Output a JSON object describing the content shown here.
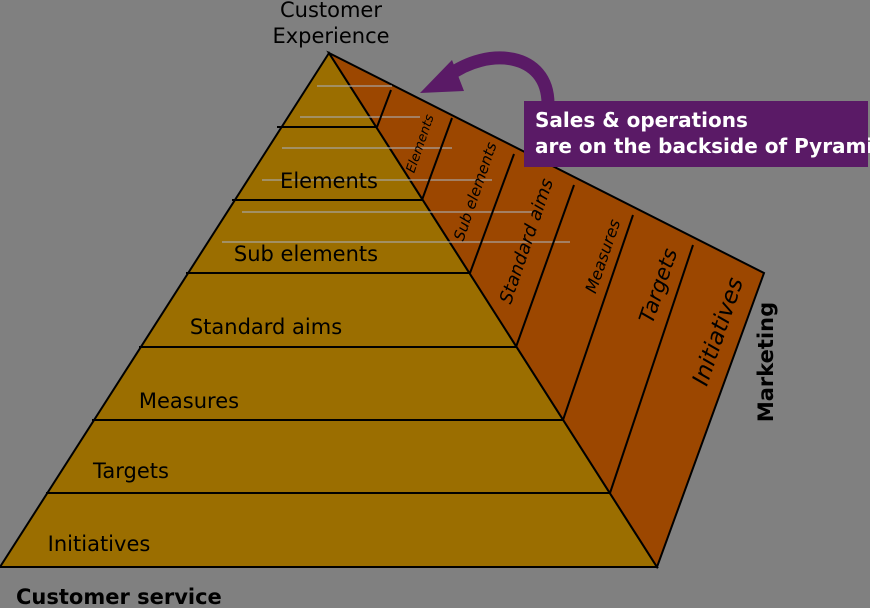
{
  "apex_label": {
    "line1": "Customer",
    "line2": "Experience"
  },
  "front_face": {
    "name": "Customer service",
    "levels": [
      "Elements",
      "Sub elements",
      "Standard aims",
      "Measures",
      "Targets",
      "Initiatives"
    ]
  },
  "side_face": {
    "name": "Marketing",
    "levels": [
      "Elements",
      "Sub elements",
      "Standard aims",
      "Measures",
      "Targets",
      "Initiatives"
    ]
  },
  "callout": {
    "line1": "Sales & operations",
    "line2": "are on the backside of Pyramid"
  },
  "colors": {
    "background": "#808080",
    "front_face": "#9b6e00",
    "side_face": "#9c4700",
    "callout": "#5a1a66",
    "lines": "#000000"
  }
}
